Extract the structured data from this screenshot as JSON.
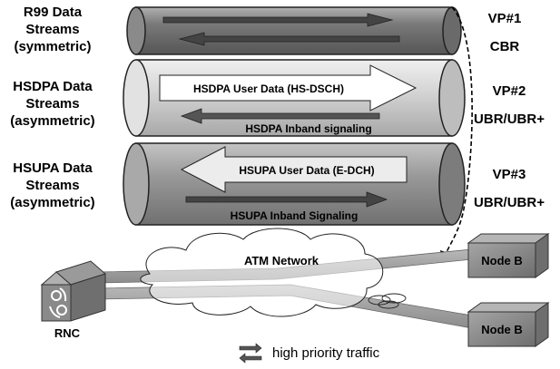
{
  "streams": [
    {
      "label": [
        "R99 Data",
        "Streams",
        "(symmetric)"
      ],
      "vp": [
        "VP#1",
        "CBR"
      ]
    },
    {
      "label": [
        "HSDPA Data",
        "Streams",
        "(asymmetric)"
      ],
      "vp": [
        "VP#2",
        "UBR/UBR+"
      ],
      "user_data": "HSDPA User Data (HS-DSCH)",
      "signaling": "HSDPA Inband signaling"
    },
    {
      "label": [
        "HSUPA Data",
        "Streams",
        "(asymmetric)"
      ],
      "vp": [
        "VP#3",
        "UBR/UBR+"
      ],
      "user_data": "HSUPA User Data (E-DCH)",
      "signaling": "HSUPA Inband Signaling"
    }
  ],
  "network": {
    "cloud_label": "ATM Network",
    "rnc_label": "RNC",
    "nodes": [
      "Node B",
      "Node B"
    ]
  },
  "legend": {
    "text": "high priority traffic"
  },
  "colors": {
    "pipe_r99": "#808080",
    "pipe_hsdpa": "#d4d4d4",
    "pipe_hsupa": "#9a9a9a",
    "arrow_dark": "#555555",
    "node": "#8a8a8a"
  }
}
